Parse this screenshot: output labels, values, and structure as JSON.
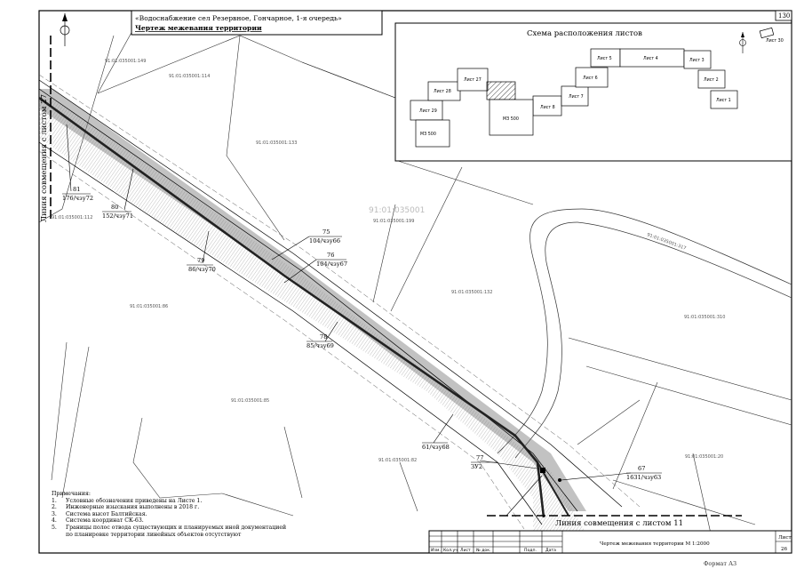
{
  "title_box": {
    "line1": "«Водоснабжение сел Резервное, Гончарное, 1-я очередь»",
    "line2": "Чертеж межевания территории"
  },
  "sheet_corner_number": "130",
  "scheme": {
    "title": "Схема расположения листов",
    "sheets": [
      {
        "label": "Лист 29"
      },
      {
        "label": "Лист 28"
      },
      {
        "label": "Лист 27"
      },
      {
        "label": "Лист 8"
      },
      {
        "label": "Лист 7"
      },
      {
        "label": "Лист 6"
      },
      {
        "label": "Лист 5"
      },
      {
        "label": "Лист 4"
      },
      {
        "label": "Лист 3"
      },
      {
        "label": "Лист 2"
      },
      {
        "label": "Лист 1"
      },
      {
        "label": "Лист 30"
      }
    ],
    "mz_labels": [
      "МЗ 500",
      "МЗ 500"
    ]
  },
  "match_lines": {
    "left": "Линия совмещения с листом 27",
    "bottom": "Линия совмещения с листом 11"
  },
  "parcels": [
    "91:01:035001:149",
    "91:01:035001:114",
    "91:01:035001:133",
    "91:01:035001:112",
    "91:01:035001:199",
    "91:01:035001:317",
    "91:01:035001:132",
    "91:01:035001:86",
    "91:01:035001:85",
    "91:01:035001:82",
    "91:01:035001:20",
    "91:01:035001:310"
  ],
  "quarter_label": "91:01:035001",
  "points": [
    {
      "num": "81",
      "code": "176/чзу72"
    },
    {
      "num": "80",
      "code": "152/чзу71"
    },
    {
      "num": "79",
      "code": "86/чзу70"
    },
    {
      "num": "75",
      "code": "104/чзу66"
    },
    {
      "num": "76",
      "code": "104/чзу67"
    },
    {
      "num": "78",
      "code": "85/чзу69"
    },
    {
      "num": "",
      "code": "61/чзу68"
    },
    {
      "num": "77",
      "code": "ЗУ2"
    },
    {
      "num": "67",
      "code": "1631/чзу63"
    }
  ],
  "notes": {
    "header": "Примечания:",
    "items": [
      {
        "n": "1.",
        "text": "Условные обозначения приведены на Листе 1."
      },
      {
        "n": "2.",
        "text": "Инженерные изыскания выполнены в 2018 г."
      },
      {
        "n": "3.",
        "text": "Система высот Балтийская."
      },
      {
        "n": "4.",
        "text": "Система координат СК-63."
      },
      {
        "n": "5.",
        "text": "Границы полос отвода существующих и планируемых иной документацией"
      },
      {
        "n": "",
        "text": "по планировке территории линейных объектов отсутствуют"
      }
    ]
  },
  "stamp": {
    "columns": [
      "Изм.",
      "Кол.уч",
      "Лист",
      "№ док.",
      "Подп.",
      "Дата"
    ],
    "drawing_title": "Чертеж межевания территории М 1:2000",
    "sheet_label": "Лист",
    "sheet_number": "26"
  },
  "format_label": "Формат А3"
}
